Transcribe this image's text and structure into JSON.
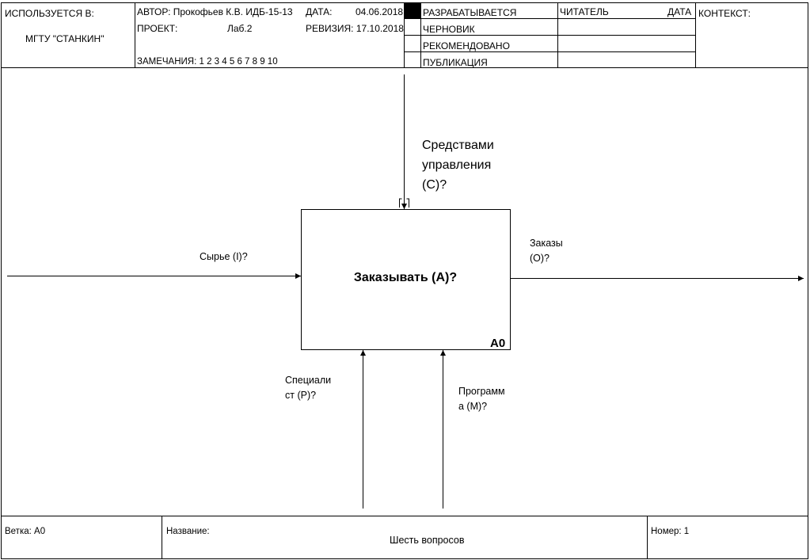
{
  "header": {
    "used_in_label": "ИСПОЛЬЗУЕТСЯ В:",
    "used_in_value": "МГТУ \"СТАНКИН\"",
    "author_label": "АВТОР:",
    "author_value": "Прокофьев К.В. ИДБ-15-13",
    "project_label": "ПРОЕКТ:",
    "project_value": "Лаб.2",
    "notes_label": "ЗАМЕЧАНИЯ:",
    "notes_value": "1 2 3 4 5 6 7 8 9 10",
    "date_label": "ДАТА:",
    "date_value": "04.06.2018",
    "revision_label": "РЕВИЗИЯ:",
    "revision_value": "17.10.2018",
    "status": [
      "РАЗРАБАТЫВАЕТСЯ",
      "ЧЕРНОВИК",
      "РЕКОМЕНДОВАНО",
      "ПУБЛИКАЦИЯ"
    ],
    "status_active": 0,
    "reader_label": "ЧИТАТЕЛЬ",
    "reader_date_label": "ДАТА",
    "context_label": "КОНТЕКСТ:"
  },
  "diagram": {
    "activity_name": "Заказывать (A)?",
    "activity_code": "A0",
    "input_label": "Сырье (I)?",
    "output_label_lines": [
      "Заказы",
      "(O)?"
    ],
    "control_label_lines": [
      "Средствами",
      "управления",
      "(C)?"
    ],
    "mechanism1_label_lines": [
      "Специали",
      "ст (P)?"
    ],
    "mechanism2_label_lines": [
      "Программ",
      "а (M)?"
    ]
  },
  "footer": {
    "node_label": "Ветка:",
    "node_value": "A0",
    "title_label": "Название:",
    "title_value": "Шесть вопросов",
    "number_label": "Номер:",
    "number_value": "1"
  }
}
